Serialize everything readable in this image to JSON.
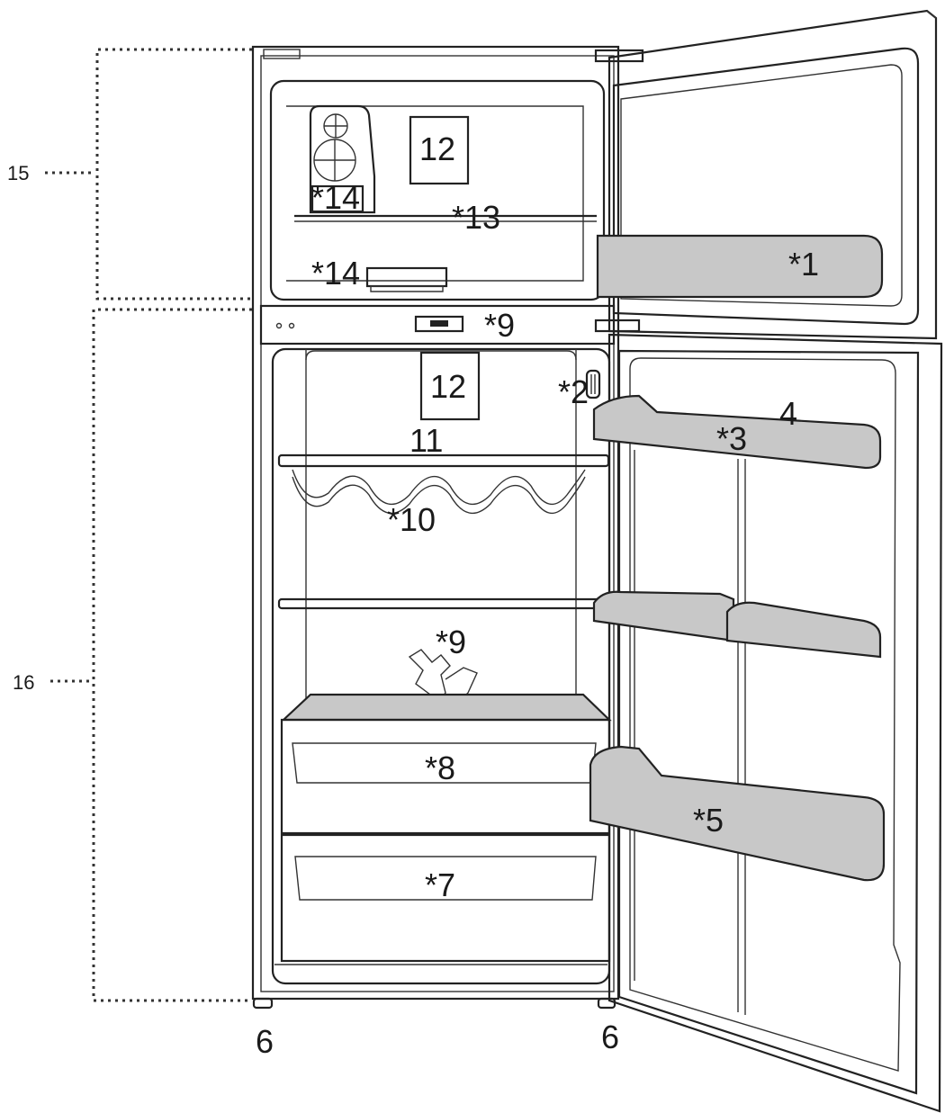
{
  "labels": {
    "door_bin_top": "*1",
    "egg_tray_holder": "*2",
    "door_bin_mid": "*3",
    "door_shelf": "4",
    "door_bin_bottom": "*5",
    "foot_left": "6",
    "foot_right": "6",
    "crisper_lower": "*7",
    "crisper_upper": "*8",
    "control": "*9",
    "fresh_zone_part": "*9",
    "wine_rack": "*10",
    "glass_shelf": "11",
    "lamp_freezer": "12",
    "lamp_fridge": "12",
    "freezer_shelf": "*13",
    "ice_tray": "*14",
    "ice_box": "*14",
    "freezer_section": "15",
    "fridge_section": "16"
  },
  "colors": {
    "outline": "#222222",
    "bin_fill": "#c8c8c8",
    "background": "#ffffff"
  }
}
